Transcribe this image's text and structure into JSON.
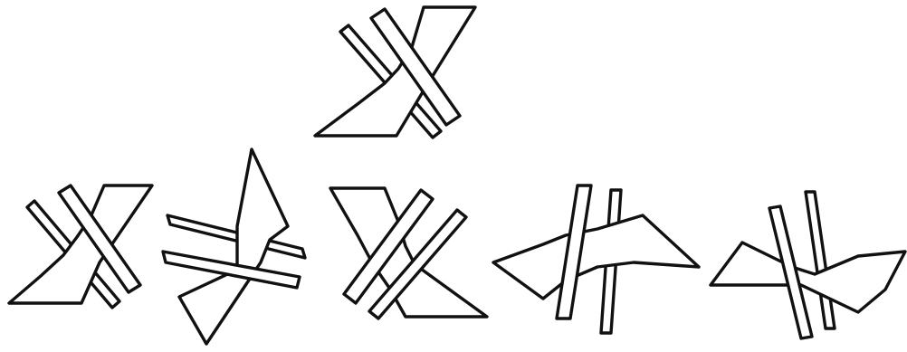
{
  "figure": {
    "background": "#ffffff",
    "stroke_color": "#111111",
    "drawing_style": "hand-drawn line art",
    "arrangement": {
      "top_row": [
        "reference-figure"
      ],
      "bottom_row": [
        "option-figure-1",
        "option-figure-2",
        "option-figure-3",
        "option-figure-4",
        "option-figure-5"
      ]
    }
  }
}
